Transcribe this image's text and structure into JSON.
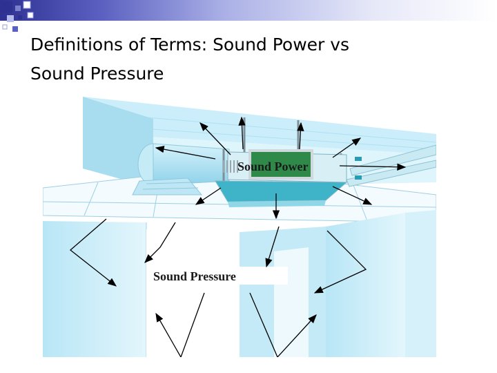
{
  "slide": {
    "title_line1": "Definitions of Terms: Sound Power vs",
    "title_line2": "Sound Pressure"
  },
  "illustration": {
    "label_power": "Sound Power",
    "label_pressure": "Sound Pressure"
  },
  "colors": {
    "accent": "#2e3192",
    "duct": "#a9dff2",
    "wall": "#cfeefa",
    "unit_face": "#2f8a4a",
    "arrow": "#000000"
  }
}
